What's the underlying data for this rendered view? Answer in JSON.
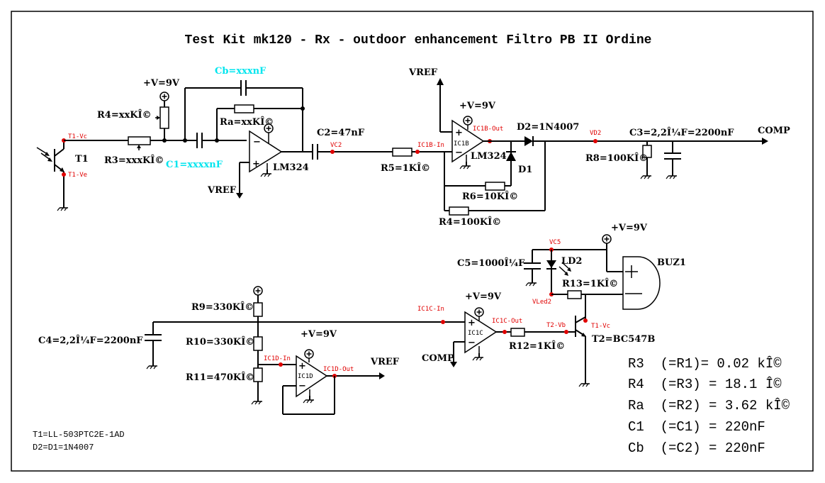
{
  "title": "Test Kit mk120 - Rx - outdoor enhancement Filtro PB II Ordine",
  "colors": {
    "wire": "#000000",
    "net_label": "#e00000",
    "highlight_component": "#00e5ee",
    "background": "#ffffff"
  },
  "components": {
    "t1": {
      "ref": "T1",
      "net_c": "T1-Vc",
      "net_e": "T1-Ve"
    },
    "r3": "R3=xxxKÎ©",
    "r4_top": "R4=xxKÎ©",
    "vcc1": "+V=9V",
    "cb": "Cb=xxxnF",
    "ra": "Ra=xxKÎ©",
    "c1": "C1=xxxxnF",
    "ic1a": {
      "part": "LM324"
    },
    "vref1": "VREF",
    "c2": "C2=47nF",
    "net_vc2": "VC2",
    "r5": "R5=1KÎ©",
    "net_ic1b_in": "IC1B-In",
    "vref2": "VREF",
    "vcc2": "+V=9V",
    "ic1b": {
      "name": "IC1B",
      "part": "LM324",
      "net_out": "IC1B-Out"
    },
    "d2": "D2=1N4007",
    "d1": "D1",
    "r6": "R6=10KÎ©",
    "r4_fb": "R4=100KÎ©",
    "net_vd2": "VD2",
    "c3": "C3=2,2Î¼F=2200nF",
    "r8": "R8=100KÎ©",
    "comp_out": "COMP",
    "vcc3": "+V=9V",
    "net_vc5": "VC5",
    "c5": "C5=1000Î¼F",
    "ld2": "LD2",
    "r13": "R13=1KÎ©",
    "net_vled2": "VLed2",
    "buz1": "BUZ1",
    "vcc4": "+V=9V",
    "net_ic1c_in": "IC1C-In",
    "ic1c": {
      "name": "IC1C",
      "net_out": "IC1C-Out"
    },
    "comp_in": "COMP",
    "r12": "R12=1KÎ©",
    "net_t2_vb": "T2-Vb",
    "net_t2_vc": "T1-Vc",
    "t2": "T2=BC547B",
    "r9": "R9=330KÎ©",
    "r10": "R10=330KÎ©",
    "r11": "R11=470KÎ©",
    "c4": "C4=2,2Î¼F=2200nF",
    "vcc5": "+V=9V",
    "ic1d": {
      "name": "IC1D",
      "net_in": "IC1D-In",
      "net_out": "IC1D-Out"
    },
    "vref_out": "VREF"
  },
  "notes": [
    "T1=LL-503PTC2E-1AD",
    "D2=D1=1N4007"
  ],
  "results": [
    "R3  (=R1)= 0.02 kÎ©",
    "R4  (=R3) = 18.1 Î©",
    "Ra  (=R2) = 3.62 kÎ©",
    "C1  (=C1) = 220nF",
    "Cb  (=C2) = 220nF"
  ]
}
